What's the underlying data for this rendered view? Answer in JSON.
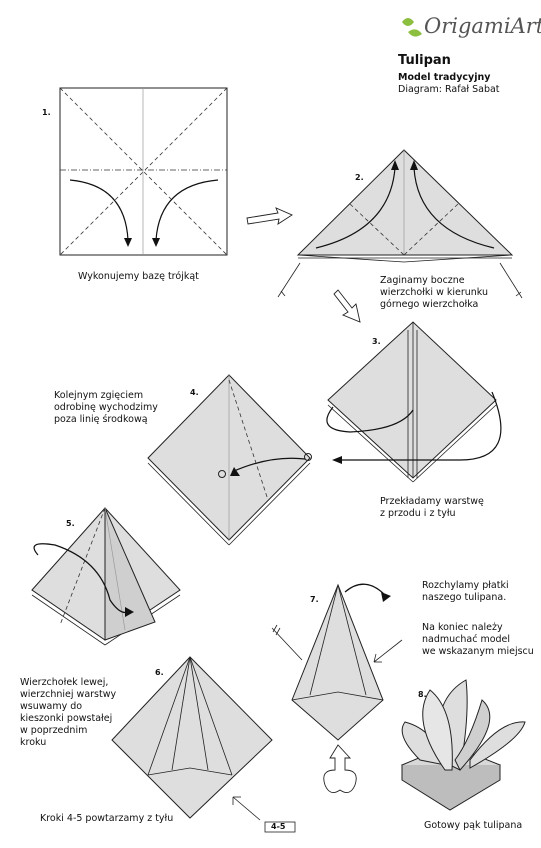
{
  "header": {
    "brand": "OrigamiArt",
    "title": "Tulipan",
    "subtitle": "Model tradycyjny",
    "author": "Diagram: Rafał Sabat"
  },
  "steps": {
    "s1_num": "1.",
    "s1_text": "Wykonujemy bazę trójkąt",
    "s2_num": "2.",
    "s2_text": "Zaginamy boczne\nwierzchołki w kierunku\ngórnego wierzchołka",
    "s3_num": "3.",
    "s3_text": "Przekładamy warstwę\nz przodu i z tyłu",
    "s4_num": "4.",
    "s4_text": "Kolejnym zgięciem\nodrobinę wychodzimy\npoza linię środkową",
    "s5_num": "5.",
    "s5_text": "Wierzchołek lewej,\nwierzchniej warstwy\nwsuwamy do\nkieszonki powstałej\nw poprzednim\nkroku",
    "s6_num": "6.",
    "s6_text": "Kroki 4-5 powtarzamy z tyłu",
    "s6_badge": "4-5",
    "s7_num": "7.",
    "s7_text1": "Rozchylamy płatki\nnaszego tulipana.",
    "s7_text2": "Na koniec należy\nnadmuchać model\nwe wskazanym miejscu",
    "s8_num": "8.",
    "s8_text": "Gotowy pąk tulipana"
  },
  "colors": {
    "paper": "#dedede",
    "paper_dark": "#cfcfcf",
    "logo_green": "#8cbf3f"
  }
}
